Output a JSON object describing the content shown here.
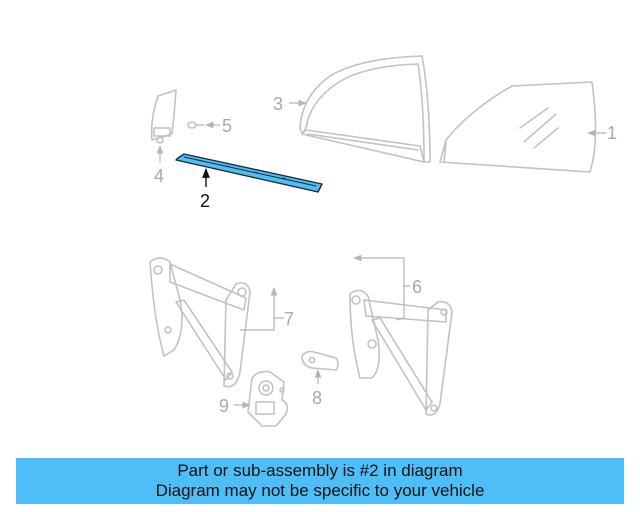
{
  "diagram": {
    "callouts": [
      "1",
      "2",
      "3",
      "4",
      "5",
      "6",
      "7",
      "8",
      "9"
    ],
    "highlighted_part": "2",
    "highlight_color": "#4dbef7"
  },
  "banner": {
    "line1": "Part or sub-assembly is #2 in diagram",
    "line2": "Diagram may not be specific to your vehicle",
    "background": "#4dbef7"
  }
}
